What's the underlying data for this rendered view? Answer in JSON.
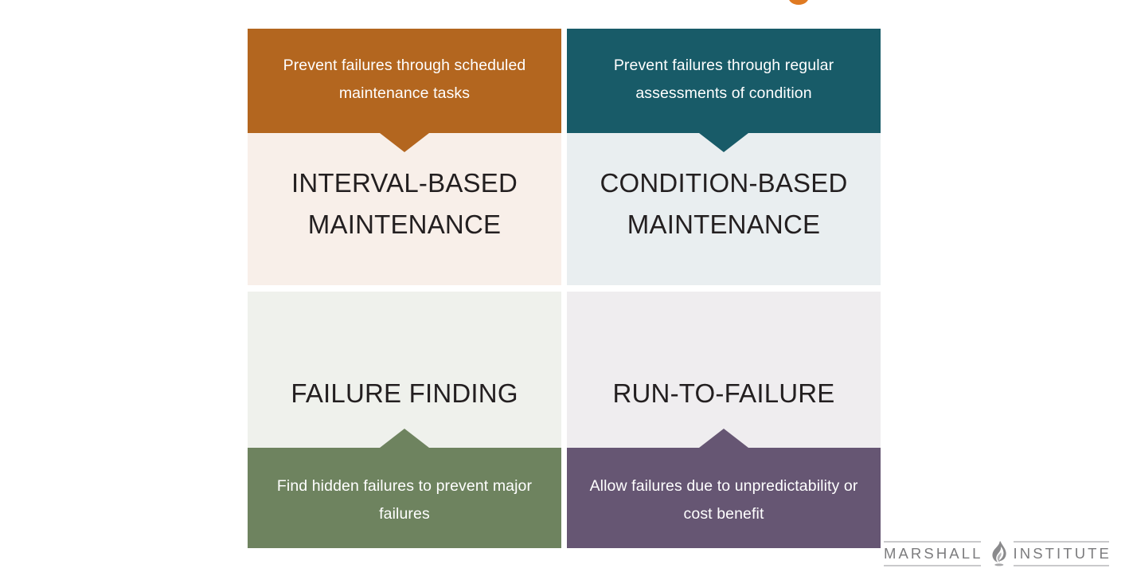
{
  "decoration": {
    "orange_dot": {
      "name": "orange-dot",
      "color": "#DF7A22"
    }
  },
  "matrix": {
    "quadrants": [
      {
        "id": "interval-based",
        "title": "INTERVAL-BASED\nMAINTENANCE",
        "title_line1": "INTERVAL-BASED",
        "title_line2": "MAINTENANCE",
        "band_position": "top",
        "band_text": "Prevent failures through scheduled maintenance tasks",
        "band_color": "#B3661F",
        "panel_color": "#F8EFE9",
        "notch": "down"
      },
      {
        "id": "condition-based",
        "title": "CONDITION-BASED\nMAINTENANCE",
        "title_line1": "CONDITION-BASED",
        "title_line2": "MAINTENANCE",
        "band_position": "top",
        "band_text": "Prevent failures through regular assessments of condition",
        "band_color": "#185B68",
        "panel_color": "#E9EEF0",
        "notch": "down"
      },
      {
        "id": "failure-finding",
        "title": "FAILURE FINDING",
        "title_line1": "FAILURE FINDING",
        "title_line2": "",
        "band_position": "bottom",
        "band_text": "Find hidden failures to prevent major failures",
        "band_color": "#6E835F",
        "panel_color": "#EFF1EC",
        "notch": "up"
      },
      {
        "id": "run-to-failure",
        "title": "RUN-TO-FAILURE",
        "title_line1": "RUN-TO-FAILURE",
        "title_line2": "",
        "band_position": "bottom",
        "band_text": "Allow failures due to unpredictability or cost benefit",
        "band_color": "#665673",
        "panel_color": "#EFEDEF",
        "notch": "up"
      }
    ]
  },
  "logo": {
    "word_left": "MARSHALL",
    "word_right": "INSTITUTE",
    "icon": "flame-icon",
    "color": "#7C7C7E"
  }
}
